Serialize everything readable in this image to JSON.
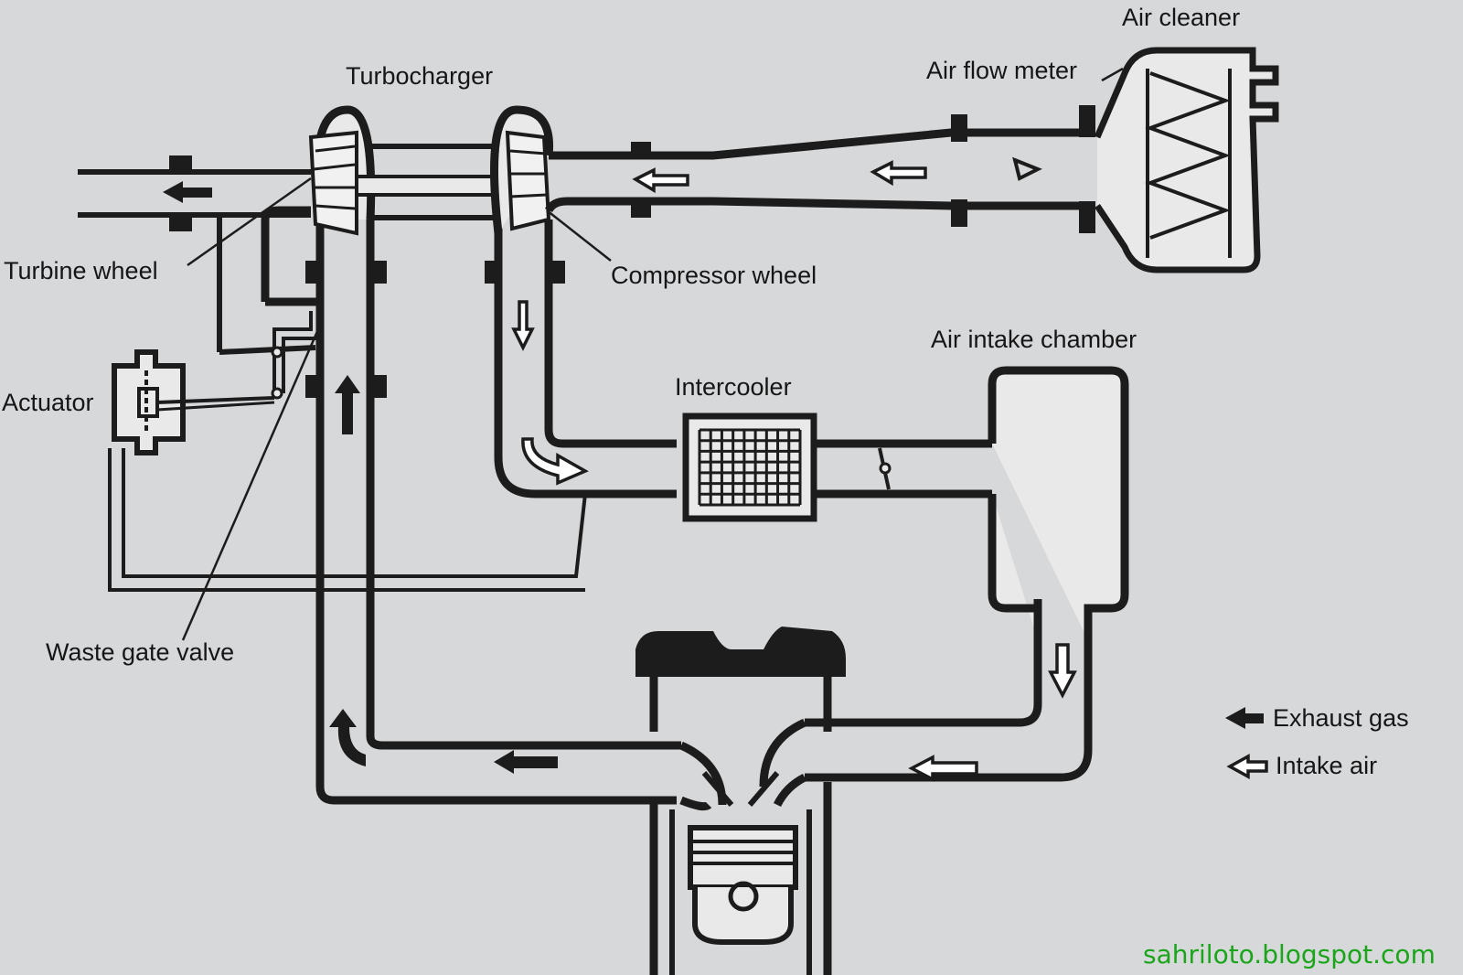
{
  "labels": {
    "air_cleaner": "Air cleaner",
    "air_flow_meter": "Air flow meter",
    "turbocharger": "Turbocharger",
    "turbine_wheel": "Turbine wheel",
    "compressor_wheel": "Compressor wheel",
    "air_intake_chamber": "Air intake chamber",
    "intercooler": "Intercooler",
    "actuator": "Actuator",
    "waste_gate_valve": "Waste gate valve"
  },
  "legend": {
    "exhaust_gas": "Exhaust gas",
    "intake_air": "Intake air"
  },
  "watermark": "sahriloto.blogspot.com",
  "colors": {
    "background": "#d7d8da",
    "ink": "#1c1c1c",
    "pipe_fill": "#e9e9e9",
    "watermark": "#1aa51a"
  }
}
